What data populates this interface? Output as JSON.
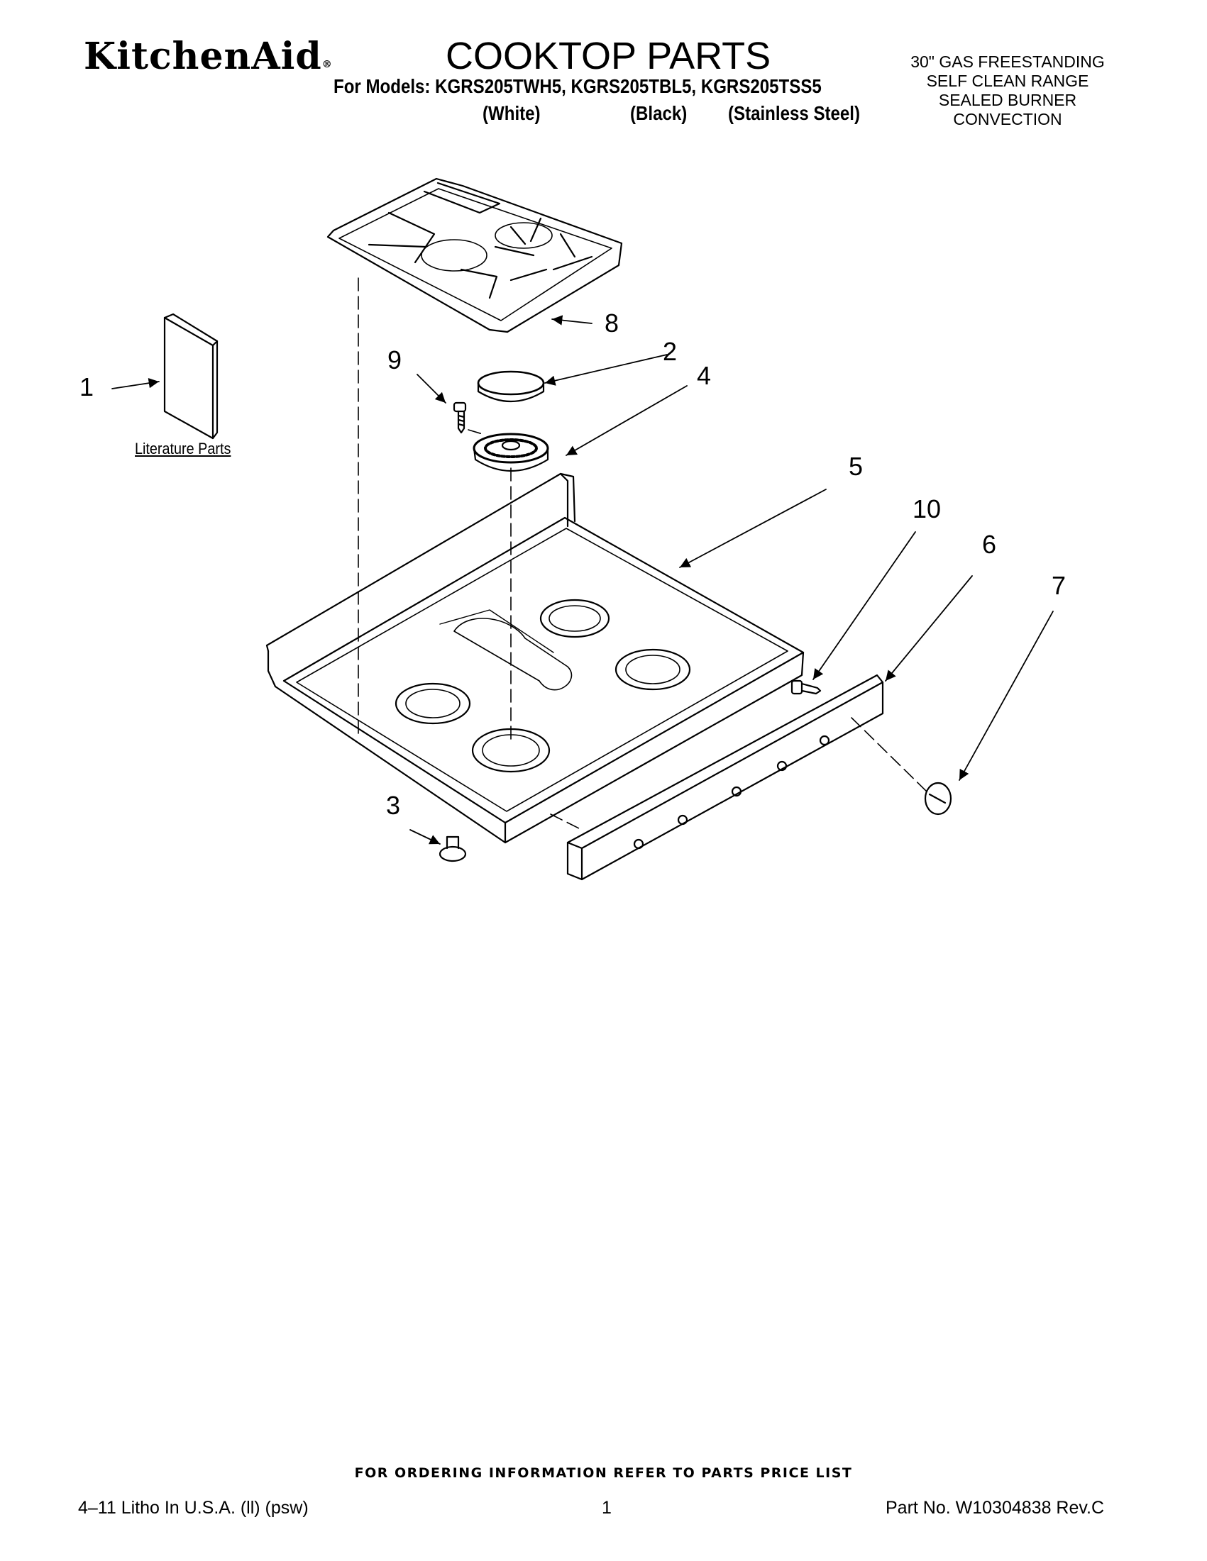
{
  "header": {
    "brand": "KitchenAid",
    "brand_mark": "®",
    "title": "COOKTOP PARTS",
    "models_line": "For Models: KGRS205TWH5, KGRS205TBL5, KGRS205TSS5",
    "variants": [
      "(White)",
      "(Black)",
      "(Stainless Steel)"
    ],
    "description": [
      "30\" GAS FREESTANDING",
      "SELF CLEAN RANGE",
      "SEALED BURNER",
      "CONVECTION"
    ]
  },
  "diagram": {
    "literature_label": "Literature Parts",
    "callouts": {
      "c1": "1",
      "c2": "2",
      "c3": "3",
      "c4": "4",
      "c5": "5",
      "c6": "6",
      "c7": "7",
      "c8": "8",
      "c9": "9",
      "c10": "10"
    }
  },
  "footer": {
    "ordering_note": "FOR ORDERING INFORMATION REFER TO PARTS PRICE LIST",
    "litho": "4–11 Litho In U.S.A. (ll) (psw)",
    "page_number": "1",
    "part_number": "Part No. W10304838 Rev.C"
  }
}
